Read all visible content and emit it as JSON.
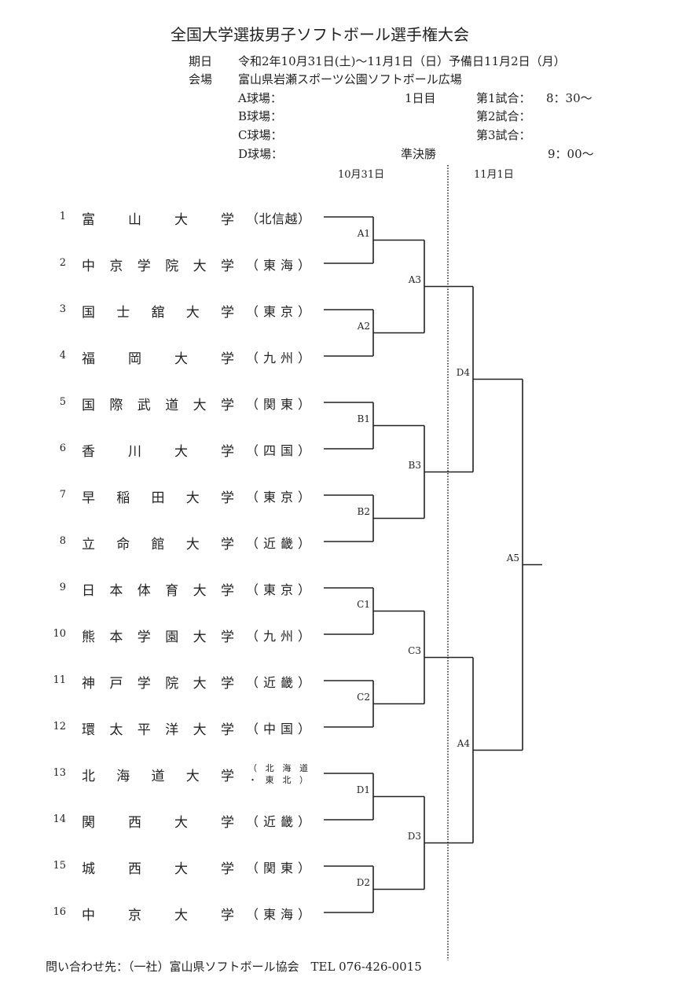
{
  "title": "全国大学選抜男子ソフトボール選手権大会",
  "info": {
    "date_label": "期日",
    "date_value": "令和2年10月31日(土)～11月1日（日）予備日11月2日（月）",
    "venue_label": "会場",
    "venue_value": "富山県岩瀬スポーツ公園ソフトボール広場",
    "fields": [
      "A球場：",
      "B球場：",
      "C球場：",
      "D球場："
    ],
    "day1": "1日目",
    "semifinal": "準決勝",
    "games": [
      "第1試合：",
      "第2試合：",
      "第3試合："
    ],
    "time1": "8：30～",
    "time_semi": "9：00～"
  },
  "dates": {
    "day1": "10月31日",
    "day2": "11月1日"
  },
  "teams": [
    {
      "num": "1",
      "name": "富山大学",
      "region": "（北信越）"
    },
    {
      "num": "2",
      "name": "中京学院大学",
      "region": "（東海）"
    },
    {
      "num": "3",
      "name": "国士舘大学",
      "region": "（東京）"
    },
    {
      "num": "4",
      "name": "福岡大学",
      "region": "（九州）"
    },
    {
      "num": "5",
      "name": "国際武道大学",
      "region": "（関東）"
    },
    {
      "num": "6",
      "name": "香川大学",
      "region": "（四国）"
    },
    {
      "num": "7",
      "name": "早稲田大学",
      "region": "（東京）"
    },
    {
      "num": "8",
      "name": "立命館大学",
      "region": "（近畿）"
    },
    {
      "num": "9",
      "name": "日本体育大学",
      "region": "（東京）"
    },
    {
      "num": "10",
      "name": "熊本学園大学",
      "region": "（九州）"
    },
    {
      "num": "11",
      "name": "神戸学院大学",
      "region": "（近畿）"
    },
    {
      "num": "12",
      "name": "環太平洋大学",
      "region": "（中国）"
    },
    {
      "num": "13",
      "name": "北海道大学",
      "region": "（北海道",
      "region2": "・東北）"
    },
    {
      "num": "14",
      "name": "関西大学",
      "region": "（近畿）"
    },
    {
      "num": "15",
      "name": "城西大学",
      "region": "（関東）"
    },
    {
      "num": "16",
      "name": "中京大学",
      "region": "（東海）"
    }
  ],
  "matches": {
    "round1": [
      "A1",
      "A2",
      "B1",
      "B2",
      "C1",
      "C2",
      "D1",
      "D2"
    ],
    "round2": [
      "A3",
      "B3",
      "C3",
      "D3"
    ],
    "round3": [
      "D4",
      "A4"
    ],
    "final": "A5"
  },
  "footer": "問い合わせ先：（一社）富山県ソフトボール協会　TEL 076-426-0015"
}
